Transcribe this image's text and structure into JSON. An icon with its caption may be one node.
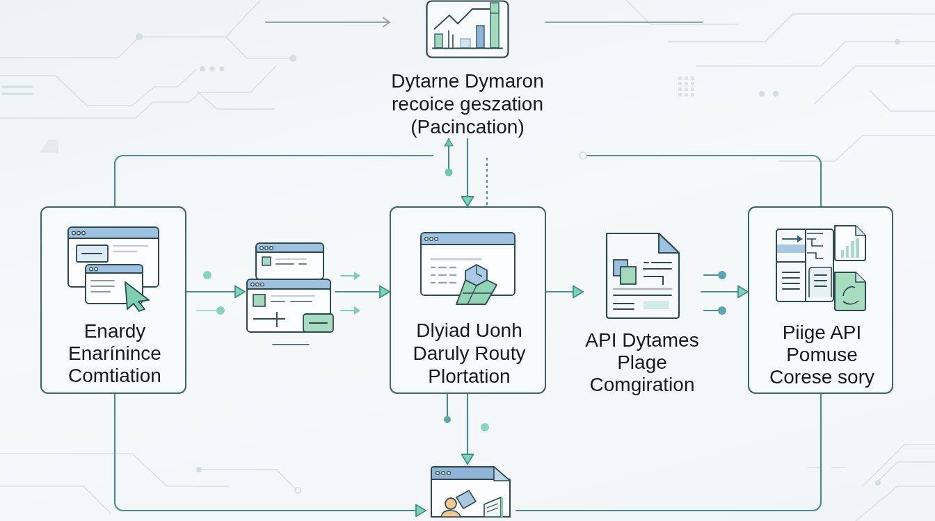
{
  "diagram": {
    "nodes": [
      {
        "text": [
          "Dytarne Dymaron recoice geszation (Pacincation)"
        ]
      },
      {
        "text": [
          "Enardy Enarínince Comtiation"
        ]
      },
      {
        "text": [],
        "shape": "picture"
      },
      {
        "text": [
          "Dlyiad Uonh Daruly Routy Plortation"
        ]
      },
      {
        "text": [
          "API Dytames Plage Comgiration"
        ]
      },
      {
        "text": [
          "Piige API Pomuse Corese sory"
        ]
      },
      {
        "text": [],
        "shape": "picture"
      }
    ],
    "edges": [
      {
        "from": 1,
        "to": 2,
        "arrow": "to"
      },
      {
        "from": 2,
        "to": 3,
        "arrow": "to"
      },
      {
        "from": 3,
        "to": 4,
        "arrow": "to"
      },
      {
        "from": 4,
        "to": 5,
        "arrow": "to"
      },
      {
        "from": 0,
        "to": 3,
        "arrow": "to"
      },
      {
        "from": null,
        "to": 0,
        "arrow": "to"
      },
      {
        "from": null,
        "to": 3,
        "arrow": "none",
        "style": "dashed"
      },
      {
        "from": 3,
        "to": 6,
        "arrow": "to"
      },
      {
        "from": 3,
        "to": null,
        "arrow": "other"
      },
      {
        "from": 1,
        "to": 6,
        "arrow": "to"
      },
      {
        "from": 5,
        "to": 6,
        "arrow": "none"
      },
      {
        "from": 1,
        "to": null,
        "arrow": "none"
      },
      {
        "from": 5,
        "to": null,
        "arrow": "none"
      },
      {
        "from": null,
        "to": 0,
        "arrow": "to",
        "color": "#8fa3a8"
      },
      {
        "from": 0,
        "to": null,
        "arrow": "none",
        "color": "#8fa3a8"
      }
    ]
  }
}
